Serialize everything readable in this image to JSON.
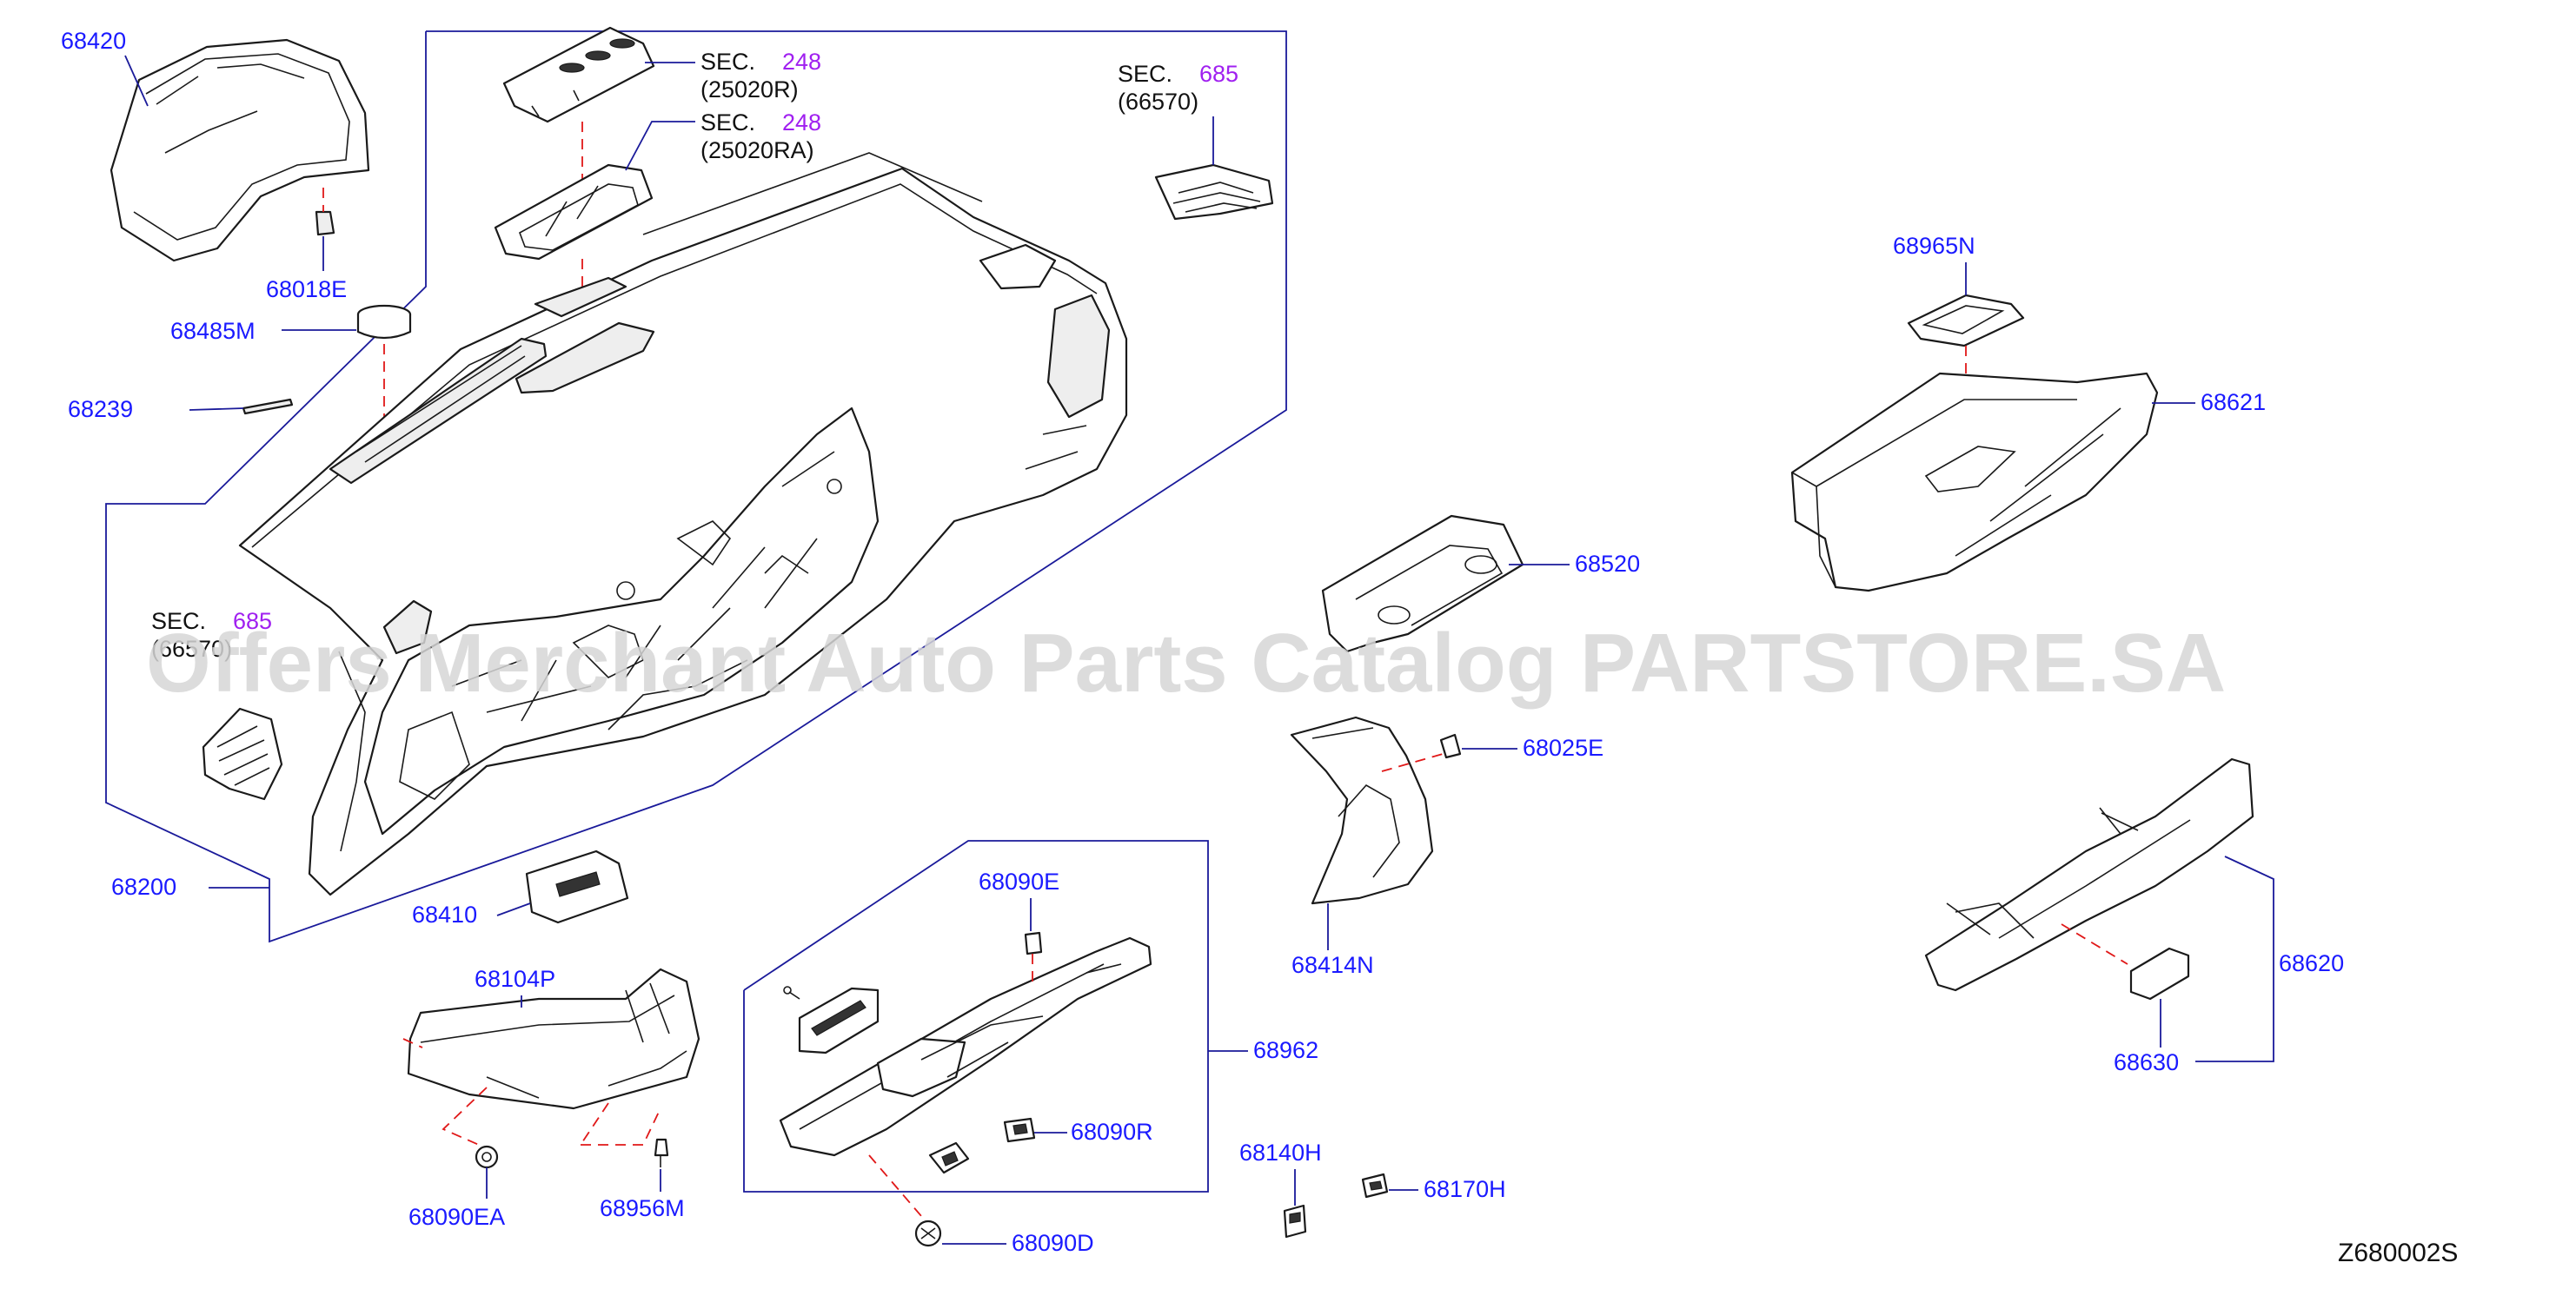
{
  "watermark": "Offers Merchant Auto Parts Catalog PARTSTORE.SA",
  "diagram_code": "Z680002S",
  "section_refs": [
    {
      "prefix": "SEC.",
      "number": "248",
      "sub": "(25020R)"
    },
    {
      "prefix": "SEC.",
      "number": "248",
      "sub": "(25020RA)"
    },
    {
      "prefix": "SEC.",
      "number": "685",
      "sub": "(66570)"
    },
    {
      "prefix": "SEC.",
      "number": "685",
      "sub": "(66570)"
    }
  ],
  "parts": {
    "p68420": "68420",
    "p68018E": "68018E",
    "p68485M": "68485M",
    "p68239": "68239",
    "p68200": "68200",
    "p68410": "68410",
    "p68104P": "68104P",
    "p68090EA": "68090EA",
    "p68956M": "68956M",
    "p68090E": "68090E",
    "p68962": "68962",
    "p68090R": "68090R",
    "p68090D": "68090D",
    "p68520": "68520",
    "p68025E": "68025E",
    "p68414N": "68414N",
    "p68140H": "68140H",
    "p68170H": "68170H",
    "p68965N": "68965N",
    "p68621": "68621",
    "p68620": "68620",
    "p68630": "68630"
  }
}
